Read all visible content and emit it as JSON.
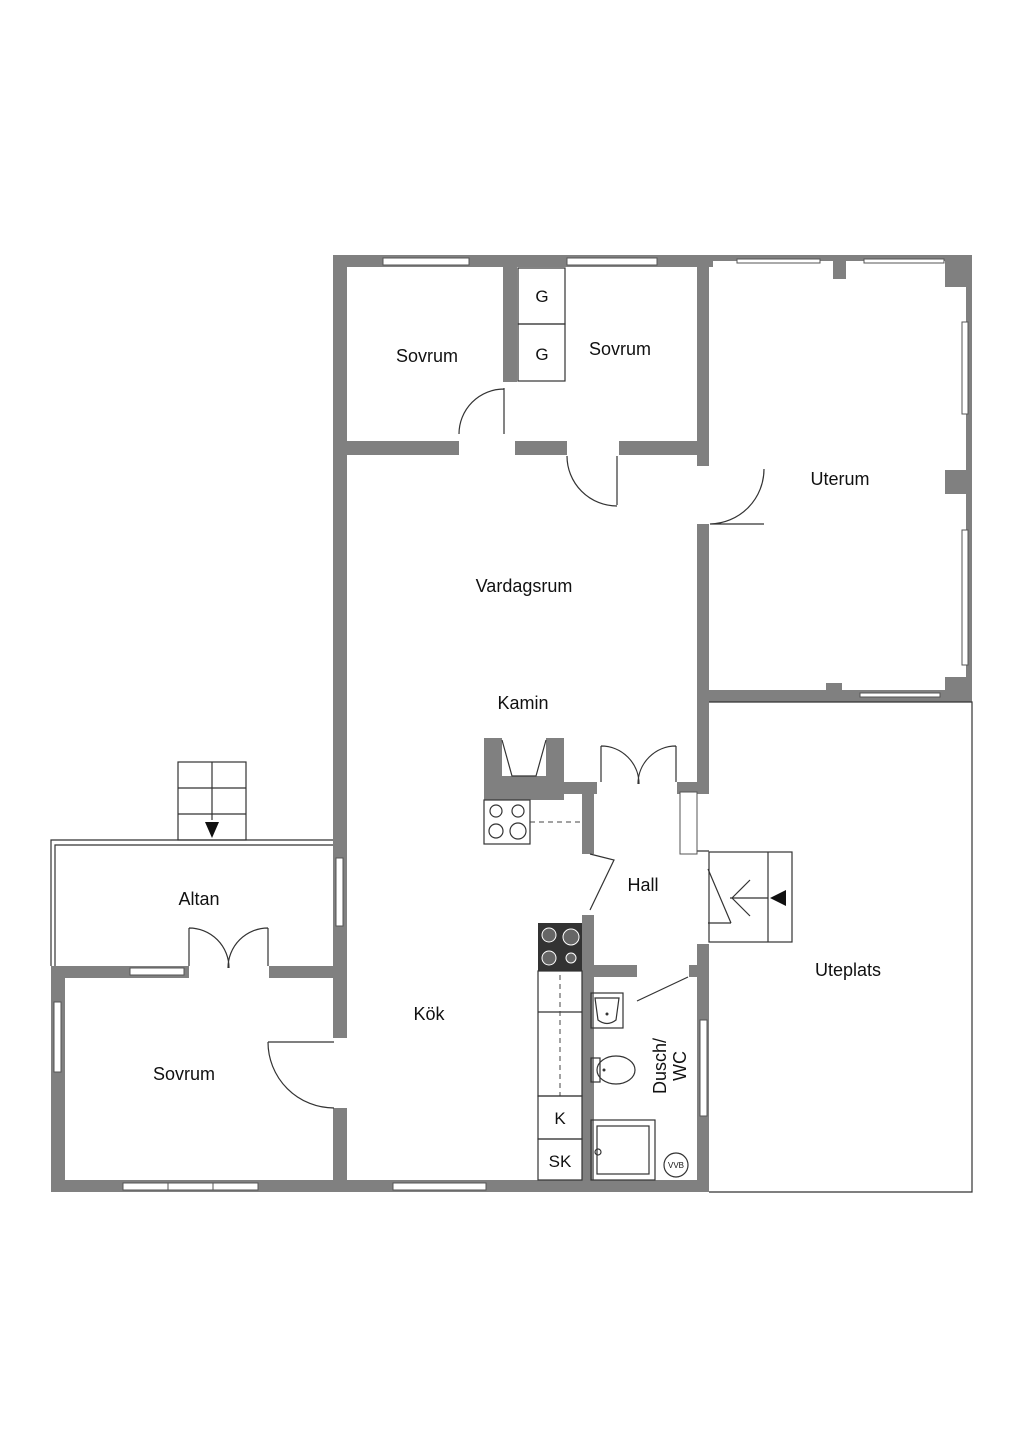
{
  "plan": {
    "rooms": {
      "sovrum_top_left": "Sovrum",
      "sovrum_top_right": "Sovrum",
      "uterum": "Uterum",
      "vardagsrum": "Vardagsrum",
      "kamin": "Kamin",
      "altan": "Altan",
      "hall": "Hall",
      "uteplats": "Uteplats",
      "kok": "Kök",
      "sovrum_bottom_left": "Sovrum",
      "dusch_wc_line1": "Dusch/",
      "dusch_wc_line2": "WC"
    },
    "fixtures": {
      "wardrobe_1": "G",
      "wardrobe_2": "G",
      "fridge": "K",
      "cabinet": "SK",
      "water_heater": "VVB"
    },
    "colors": {
      "wall": "#808080",
      "line": "#333333",
      "background": "#ffffff"
    }
  }
}
